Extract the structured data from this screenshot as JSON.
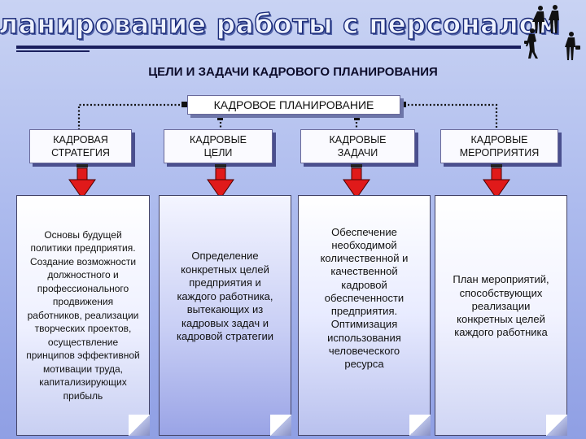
{
  "header": {
    "title": "Планирование работы с персоналом",
    "subtitle": "ЦЕЛИ И ЗАДАЧИ КАДРОВОГО ПЛАНИРОВАНИЯ"
  },
  "diagram": {
    "root": "КАДРОВОЕ ПЛАНИРОВАНИЕ",
    "columns": [
      {
        "heading": "КАДРОВАЯ\nСТРАТЕГИЯ",
        "body": "Основы будущей\nполитики предприятия.\nСоздание возможности\nдолжностного и\nпрофессионального\nпродвижения\nработников, реализации\nтворческих проектов,\nосуществление\nпринципов эффективной\nмотивации труда,\nкапитализирующих\nприбыль"
      },
      {
        "heading": "КАДРОВЫЕ\nЦЕЛИ",
        "body": "Определение\nконкретных целей\nпредприятия и\nкаждого работника,\nвытекающих из\nкадровых задач и\nкадровой стратегии"
      },
      {
        "heading": "КАДРОВЫЕ\nЗАДАЧИ",
        "body": "Обеспечение\nнеобходимой\nколичественной и\nкачественной\nкадровой\nобеспеченности\nпредприятия.\nОптимизация\nиспользования\nчеловеческого\nресурса"
      },
      {
        "heading": "КАДРОВЫЕ\nМЕРОПРИЯТИЯ",
        "body": "План мероприятий,\nспособствующих\nреализации\nконкретных целей\nкаждого работника"
      }
    ]
  },
  "colors": {
    "arrow": "#e01a1a",
    "connector": "#111111",
    "title_outline": "#1a2a78"
  },
  "icons": [
    "business-people-icon"
  ]
}
